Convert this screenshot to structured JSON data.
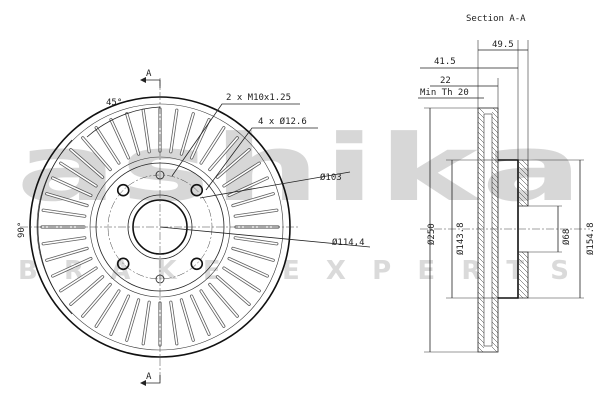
{
  "section_title": "Section A-A",
  "section_marks": {
    "top": "A",
    "bottom": "A"
  },
  "front_view": {
    "angle_45": "45°",
    "angle_90": "90°",
    "thread": "2 x M10x1.25",
    "holes": "4 x Ø12.6",
    "dia_103": "Ø103",
    "dia_114": "Ø114,4"
  },
  "side_view": {
    "width_49_5": "49.5",
    "width_41_5": "41.5",
    "width_22": "22",
    "min_th": "Min Th 20",
    "dia_250": "Ø250",
    "dia_143_8": "Ø143.8",
    "dia_68": "Ø68",
    "dia_154_8": "Ø154.8"
  },
  "watermark": {
    "logo": "ashika",
    "tagline": "BRAKE EXPERTS"
  }
}
